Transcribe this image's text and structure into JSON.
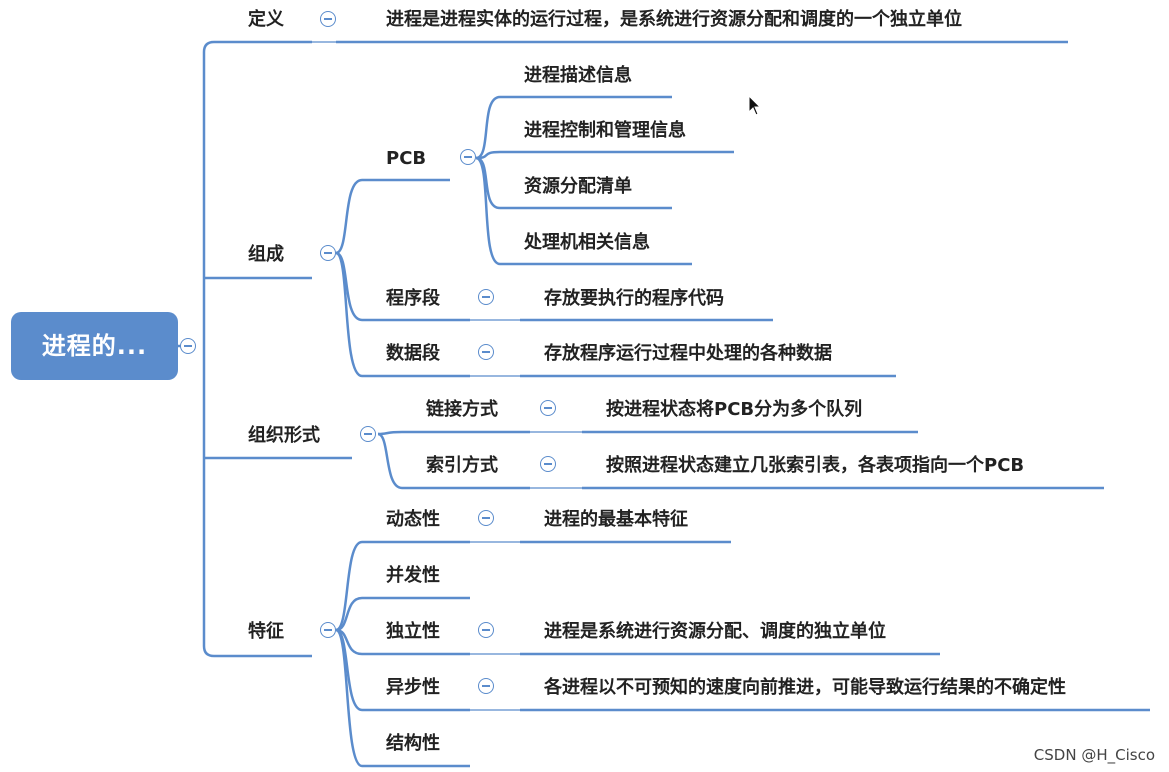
{
  "root": {
    "label": "进程的..."
  },
  "definition": {
    "label": "定义",
    "text": "进程是进程实体的运行过程，是系统进行资源分配和调度的一个独立单位"
  },
  "composition": {
    "label": "组成",
    "pcb": {
      "label": "PCB",
      "items": [
        "进程描述信息",
        "进程控制和管理信息",
        "资源分配清单",
        "处理机相关信息"
      ]
    },
    "program": {
      "label": "程序段",
      "text": "存放要执行的程序代码"
    },
    "data": {
      "label": "数据段",
      "text": "存放程序运行过程中处理的各种数据"
    }
  },
  "organization": {
    "label": "组织形式",
    "link": {
      "label": "链接方式",
      "text": "按进程状态将PCB分为多个队列"
    },
    "index": {
      "label": "索引方式",
      "text": "按照进程状态建立几张索引表，各表项指向一个PCB"
    }
  },
  "features": {
    "label": "特征",
    "dynamic": {
      "label": "动态性",
      "text": "进程的最基本特征"
    },
    "concurrent": {
      "label": "并发性"
    },
    "independent": {
      "label": "独立性",
      "text": "进程是系统进行资源分配、调度的独立单位"
    },
    "async": {
      "label": "异步性",
      "text": "各进程以不可预知的速度向前推进，可能导致运行结果的不确定性"
    },
    "structural": {
      "label": "结构性"
    }
  },
  "watermark": "CSDN @H_Cisco",
  "colors": {
    "accent": "#5b8ccc",
    "root_bg": "#5b8ccc",
    "text": "#222222"
  }
}
